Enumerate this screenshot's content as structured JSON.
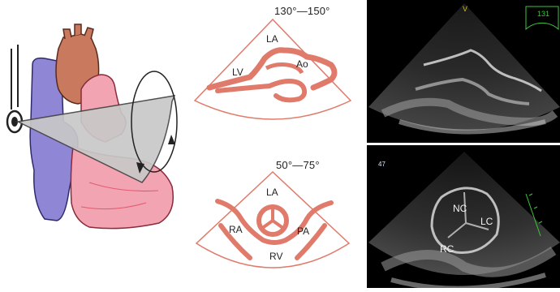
{
  "view_top": {
    "angle": "130°—150°",
    "labels": {
      "la": "LA",
      "lv": "LV",
      "ao": "Ao"
    }
  },
  "view_bottom": {
    "angle": "50°—75°",
    "labels": {
      "la": "LA",
      "ra": "RA",
      "pa": "PA",
      "rv": "RV"
    }
  },
  "echo_top": {
    "angle_readout": "131"
  },
  "echo_bottom": {
    "angle_readout": "47",
    "labels": {
      "nc": "NC",
      "lc": "LC",
      "rc": "RC"
    }
  },
  "colors": {
    "vena_blue": "#8f86d6",
    "aorta_brown": "#c97a5e",
    "heart_pink": "#f2a4b3",
    "heart_red": "#e05a6c",
    "plane_gray": "#c8c8c8",
    "diagram_line": "#e07a6a",
    "diagram_fill": "#f4a99a"
  }
}
